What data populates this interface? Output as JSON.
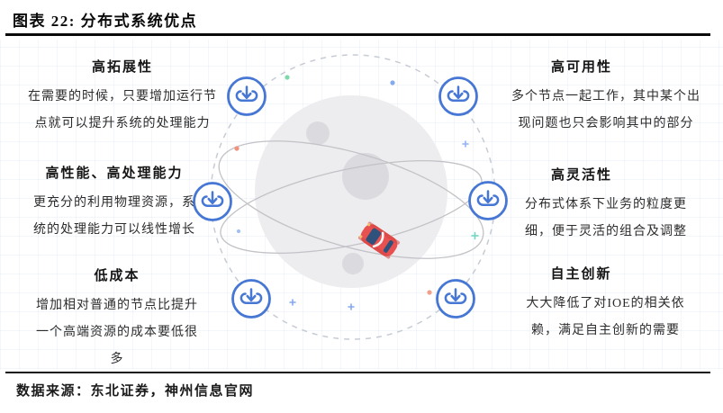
{
  "header": {
    "title": "图表 22: 分布式系统优点"
  },
  "benefits": {
    "left": [
      {
        "title": "高拓展性",
        "desc": "在需要的时候，只要增加运行节点就可以提升系统的处理能力"
      },
      {
        "title": "高性能、高处理能力",
        "desc": "更充分的利用物理资源，系统的处理能力可以线性增长"
      },
      {
        "title": "低成本",
        "desc": "增加相对普通的节点比提升一个高端资源的成本要低很多"
      }
    ],
    "right": [
      {
        "title": "高可用性",
        "desc": "多个节点一起工作，其中某个出现问题也只会影响其中的部分"
      },
      {
        "title": "高灵活性",
        "desc": "分布式体系下业务的粒度更细，便于灵活的组合及调整"
      },
      {
        "title": "自主创新",
        "desc": "大大降低了对IOE的相关依赖，满足自主创新的需要"
      }
    ]
  },
  "footer": {
    "source": "数据来源：东北证券，神州信息官网"
  },
  "icons": {
    "node_icon": "cloud-download-icon"
  },
  "colors": {
    "accent_blue": "#4677d4",
    "car_red": "#e8514f",
    "car_window": "#30517c"
  }
}
